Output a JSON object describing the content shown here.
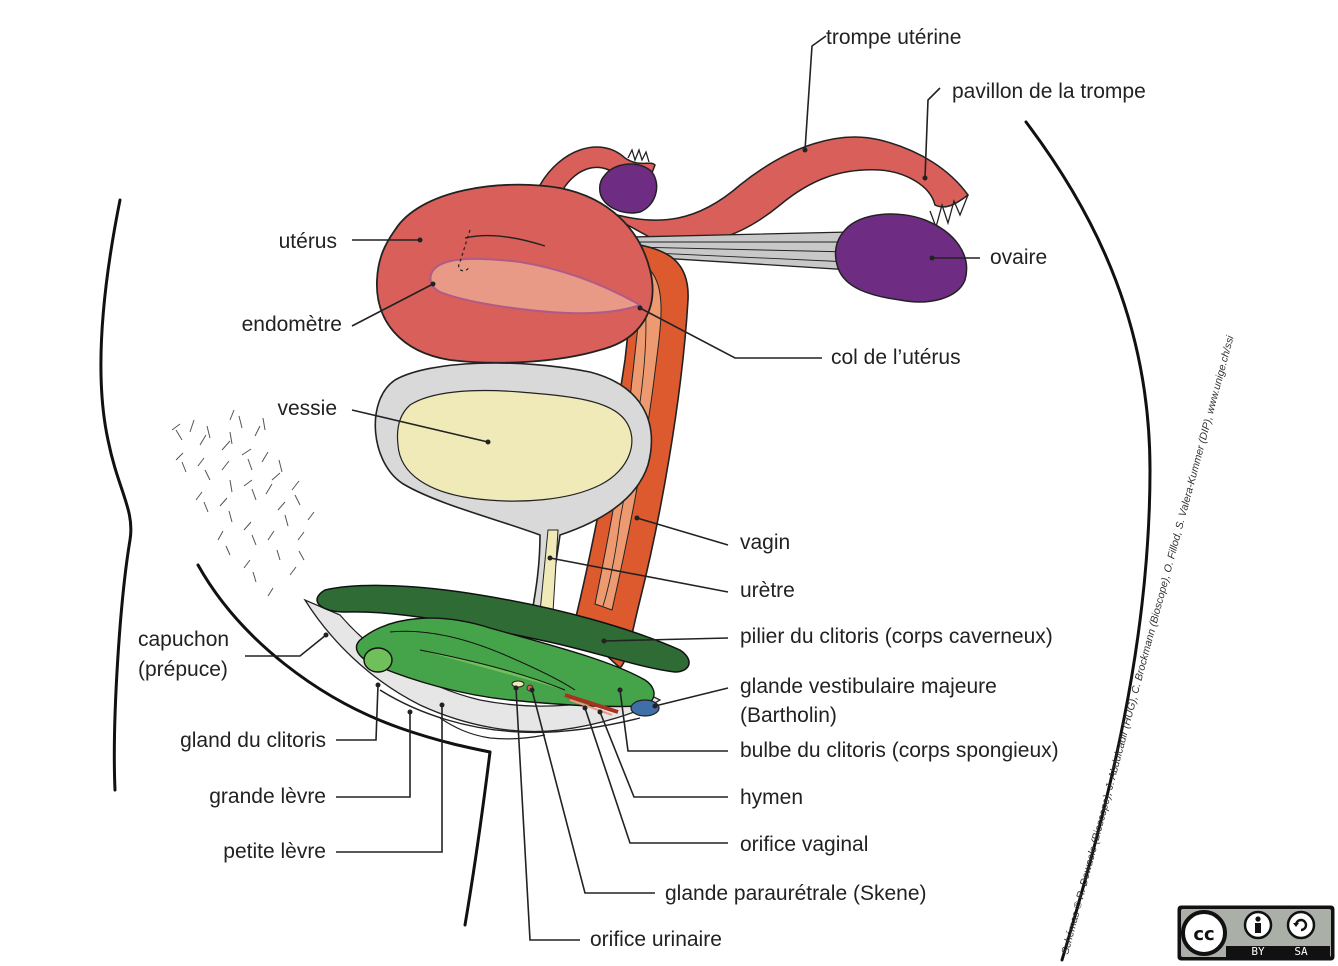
{
  "labels": {
    "trompe": "trompe utérine",
    "pavillon": "pavillon de la trompe",
    "uterus": "utérus",
    "ovaire": "ovaire",
    "endometre": "endomètre",
    "col": "col de l’utérus",
    "vessie": "vessie",
    "vagin": "vagin",
    "uretre": "urètre",
    "pilier": "pilier du clitoris (corps caverneux)",
    "capuchon_1": "capuchon",
    "capuchon_2": "(prépuce)",
    "glande_vest_1": "glande vestibulaire majeure",
    "glande_vest_2": "(Bartholin)",
    "gland": "gland du clitoris",
    "bulbe": "bulbe du clitoris (corps spongieux)",
    "grande_levre": "grande lèvre",
    "hymen": "hymen",
    "petite_levre": "petite lèvre",
    "orifice_vaginal": "orifice vaginal",
    "glande_para": "glande paraurétrale (Skene)",
    "orifice_urinaire": "orifice urinaire"
  },
  "credit": "Schémas © R. Dewaele (Bioscope), J. Abdulcadir (HUG), C. Brockmann (Bioscope), O. Fillod, S. Valera-Kummer (DIP), www.unige.ch/ssi",
  "license": {
    "by": "BY",
    "sa": "SA"
  },
  "colors": {
    "uterus": "#d95f5a",
    "endometrium": "#e99a86",
    "ovary": "#6e2d83",
    "bladder_wall": "#d9d9d9",
    "bladder_inner": "#efeab8",
    "vagina": "#dd5a2e",
    "vagina_inner": "#ee9a70",
    "clitoris_dark": "#2f6b35",
    "clitoris_mid": "#45a349",
    "clitoris_light": "#6fbf5a",
    "bartholin": "#3f6fa6",
    "ligament": "#c8c8c8"
  }
}
